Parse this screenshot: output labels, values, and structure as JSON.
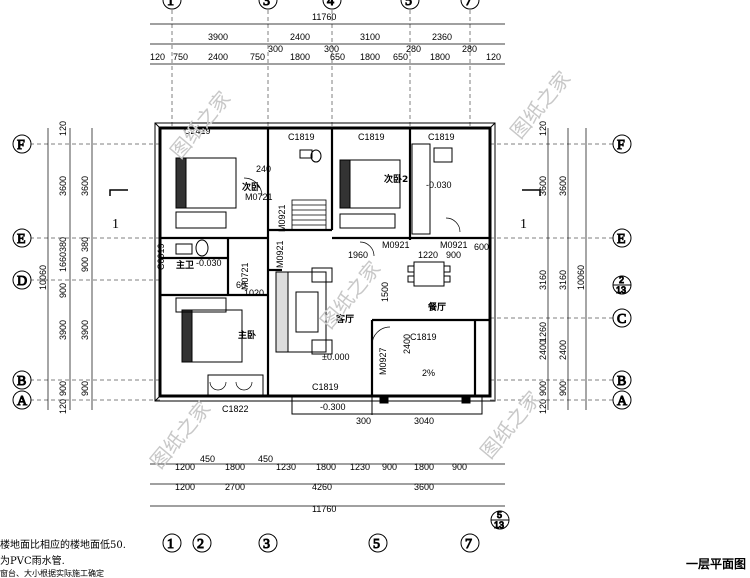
{
  "title": "一层平面图",
  "notes": [
    "楼地面比相应的楼地面低50.",
    "为PVC雨水管.",
    "窗台、大小根据实际施工确定"
  ],
  "top_total": "11760",
  "bottom_total": "11760",
  "top_row1": [
    "3900",
    "2400",
    "3100",
    "2360"
  ],
  "top_row1_small": [
    "300",
    "300",
    "280",
    "280"
  ],
  "top_row2": [
    "120",
    "750",
    "2400",
    "750",
    "1800",
    "650",
    "1800",
    "650",
    "1800",
    "120"
  ],
  "bottom_row1": [
    "1200",
    "450",
    "1800",
    "450",
    "1230",
    "1800",
    "1230",
    "900",
    "1800",
    "900"
  ],
  "bottom_row2": [
    "1200",
    "2700",
    "4260",
    "3600"
  ],
  "left_total": "10060",
  "right_total": "10060",
  "left_dims": [
    "120",
    "3600",
    "380",
    "1660",
    "900",
    "3900",
    "900",
    "120"
  ],
  "left_dims2": [
    "3600",
    "380",
    "900",
    "3900",
    "900"
  ],
  "right_dims": [
    "120",
    "3600",
    "1260",
    "3160",
    "2400",
    "900",
    "120"
  ],
  "right_dims2": [
    "3600",
    "3160",
    "2400",
    "900"
  ],
  "axes_top": [
    "1",
    "3",
    "4",
    "5",
    "7"
  ],
  "axes_bottom": [
    "1",
    "2",
    "3",
    "5",
    "7"
  ],
  "axes_left": [
    "F",
    "E",
    "D",
    "B",
    "A"
  ],
  "axes_right": [
    "F",
    "E",
    "C",
    "B",
    "A"
  ],
  "rooms": [
    "次卧",
    "次卧2",
    "主卫",
    "主卧",
    "客厅",
    "餐厅"
  ],
  "doors": [
    "M0721",
    "M0921",
    "M0921",
    "M0921",
    "M0921",
    "M0927",
    "M0721"
  ],
  "windows": [
    "C1819",
    "C1819",
    "C1819",
    "C1819",
    "C1819",
    "C1822",
    "C0919",
    "C2419"
  ],
  "levels": [
    "±0.000",
    "-0.030",
    "-0.030",
    "-0.300"
  ],
  "section_marks": [
    "1",
    "1"
  ],
  "axis_23": [
    "2",
    "13"
  ],
  "axis_513": [
    "5",
    "13"
  ],
  "misc_dims": [
    "1960",
    "1220",
    "900",
    "600",
    "1500",
    "1020",
    "60",
    "240",
    "2400",
    "3040",
    "300",
    "2%"
  ],
  "watermark": "图纸之家"
}
